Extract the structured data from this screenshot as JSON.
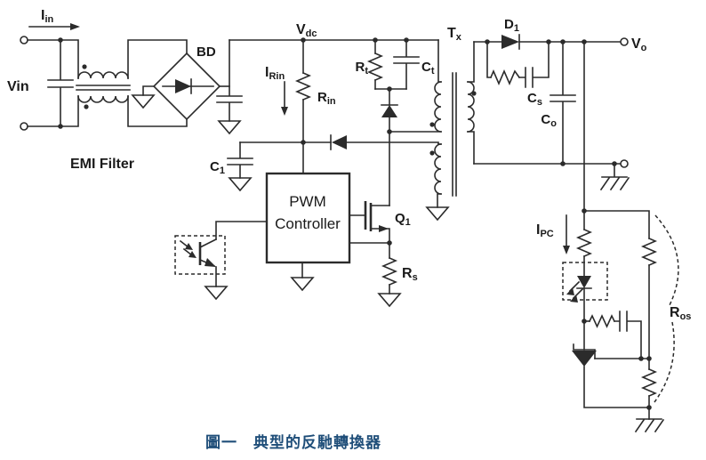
{
  "colors": {
    "line": "#2b2b2b",
    "caption": "#1f4e79",
    "background": "#ffffff"
  },
  "caption": "圖一　典型的反馳轉換器",
  "labels": {
    "iin": {
      "main": "I",
      "sub": "in"
    },
    "vin": "Vin",
    "emi_filter": "EMI Filter",
    "bd": "BD",
    "vdc": {
      "main": "V",
      "sub": "dc"
    },
    "irin": {
      "main": "I",
      "sub": "Rin"
    },
    "rin": {
      "main": "R",
      "sub": "in"
    },
    "c1": {
      "main": "C",
      "sub": "1"
    },
    "pwm": {
      "line1": "PWM",
      "line2": "Controller"
    },
    "rt": {
      "main": "R",
      "sub": "t"
    },
    "ct": {
      "main": "C",
      "sub": "t"
    },
    "q1": {
      "main": "Q",
      "sub": "1"
    },
    "rs": {
      "main": "R",
      "sub": "s"
    },
    "tx": {
      "main": "T",
      "sub": "x"
    },
    "d1": {
      "main": "D",
      "sub": "1"
    },
    "cs": {
      "main": "C",
      "sub": "s"
    },
    "co": {
      "main": "C",
      "sub": "o"
    },
    "vo": {
      "main": "V",
      "sub": "o"
    },
    "ipc": {
      "main": "I",
      "sub": "PC"
    },
    "ros": {
      "main": "R",
      "sub": "os"
    }
  }
}
